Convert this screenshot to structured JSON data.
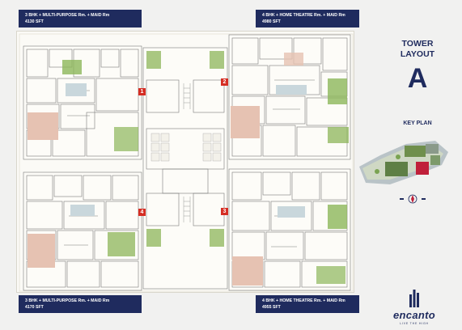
{
  "units": {
    "top_left": {
      "line1": "3 BHK + MULTI-PURPOSE Rm. + MAID Rm",
      "line2": "4130 SFT"
    },
    "top_right": {
      "line1": "4 BHK +  HOME THEATRE Rm. + MAID Rm",
      "line2": "4980 SFT"
    },
    "bottom_left": {
      "line1": "3 BHK + MULTI-PURPOSE Rm. + MAID Rm",
      "line2": "4170 SFT"
    },
    "bottom_right": {
      "line1": "4 BHK + HOME THEATRE Rm. + MAID Rm",
      "line2": "4955 SFT"
    }
  },
  "badges": {
    "b1": "1",
    "b2": "2",
    "b3": "3",
    "b4": "4"
  },
  "title": {
    "line1": "TOWER",
    "line2": "LAYOUT",
    "letter": "A"
  },
  "key_plan_label": "KEY PLAN",
  "brand": {
    "name": "encanto",
    "tagline": "LIVE THE HIGH"
  },
  "colors": {
    "navy": "#1f2b5e",
    "badge_red": "#d52d23",
    "floor_pink": "#e6c2b2",
    "greenery": "#8cb65a"
  }
}
